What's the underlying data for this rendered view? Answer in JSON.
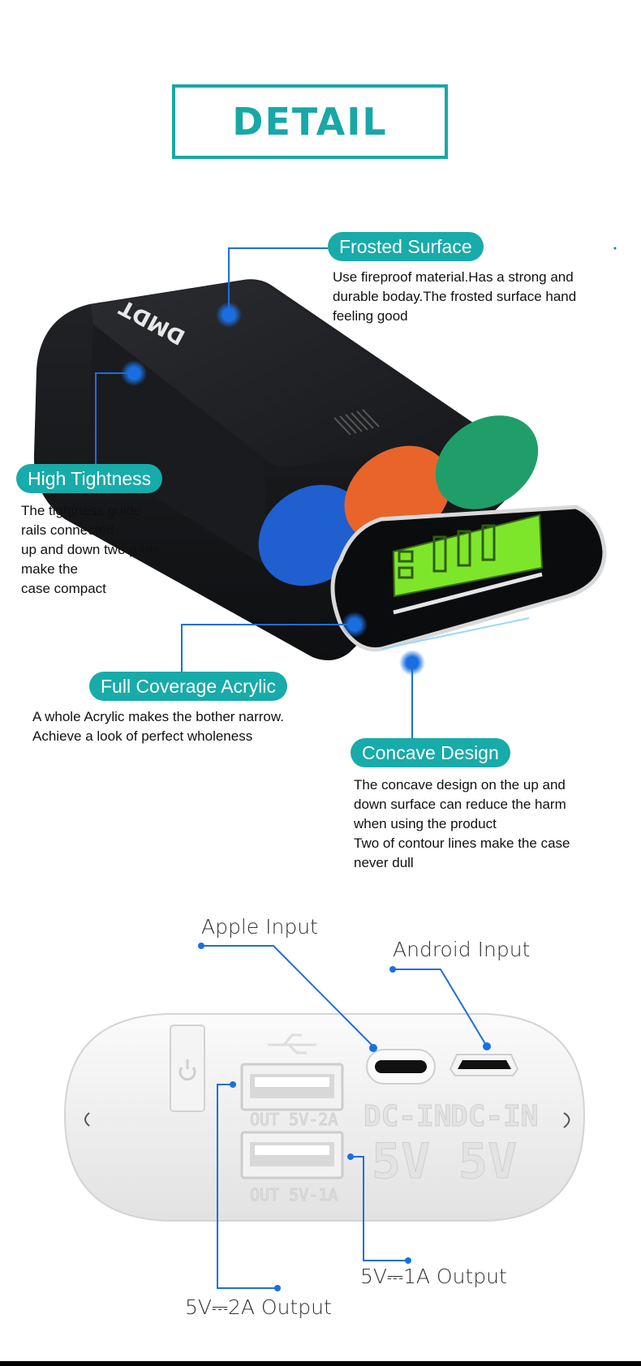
{
  "header": {
    "title": "DETAIL"
  },
  "features": {
    "frosted": {
      "title": "Frosted Surface",
      "lines": [
        "Use fireproof material.Has a strong and",
        "durable boday.The frosted surface hand",
        "feeling good"
      ]
    },
    "tightness": {
      "title": "High Tightness",
      "lines": [
        "The tightness guide",
        "rails connected",
        "up and down two parts",
        "make the",
        "case compact"
      ]
    },
    "acrylic": {
      "title": "Full Coverage Acrylic",
      "lines": [
        "A whole Acrylic makes the bother narrow.",
        "Achieve a look of perfect wholeness"
      ]
    },
    "concave": {
      "title": "Concave Design",
      "lines": [
        "The concave design on the up and",
        "down surface can reduce the harm",
        "when using the product",
        "Two of contour lines make the case",
        "never dull"
      ]
    }
  },
  "product": {
    "logo": "DMDT",
    "battery_colors": [
      "#1f5fd0",
      "#e8642a",
      "#1f9e6a"
    ],
    "display_color": "#7ee62a"
  },
  "ports": {
    "apple": "Apple Input",
    "android": "Android Input",
    "out_1a": "5V⎓1A Output",
    "out_2a": "5V⎓2A Output",
    "embossed": {
      "out_2a": "OUT 5V-2A",
      "out_1a": "OUT 5V-1A",
      "dcin": "DC-IN",
      "volt": "5V"
    }
  },
  "colors": {
    "accent": "#17a8a6",
    "callout": "#1a6fe0"
  }
}
